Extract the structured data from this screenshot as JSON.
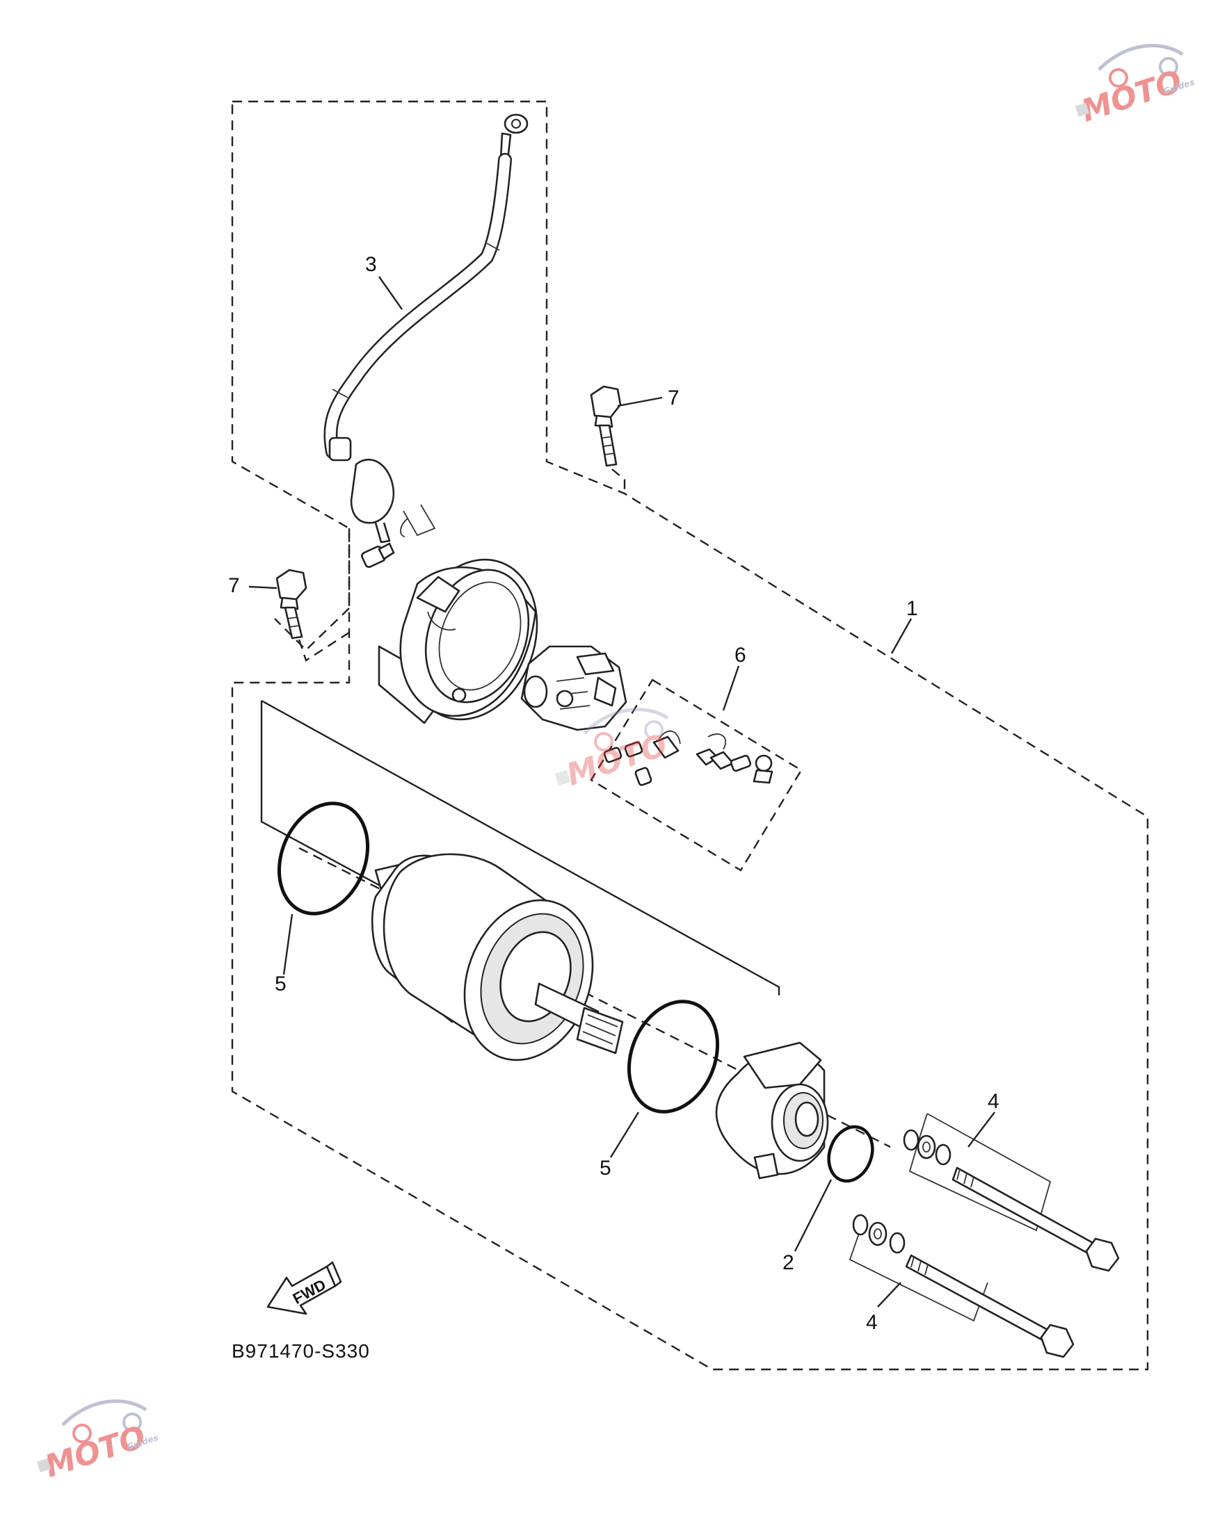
{
  "diagram": {
    "drawing_code": "B971470-S330",
    "fwd_label": "FWD",
    "callouts": {
      "c1": "1",
      "c2": "2",
      "c3": "3",
      "c4a": "4",
      "c4b": "4",
      "c5a": "5",
      "c5b": "5",
      "c6": "6",
      "c7a": "7",
      "c7b": "7"
    }
  },
  "watermark": {
    "text": "MOTO",
    "subtext": "Guides",
    "accent_color": "#e23a3a",
    "secondary_color": "#8a8fb0"
  }
}
